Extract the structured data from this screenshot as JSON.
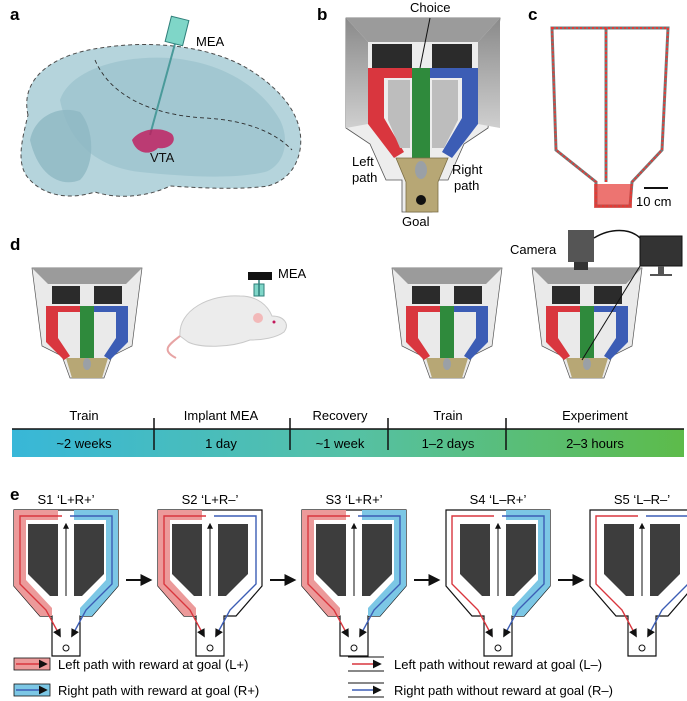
{
  "panels": {
    "a": {
      "letter": "a",
      "mea": "MEA",
      "vta": "VTA"
    },
    "b": {
      "letter": "b",
      "choice": "Choice",
      "left_path": [
        "Left",
        "path"
      ],
      "right_path": [
        "Right",
        "path"
      ],
      "goal": "Goal"
    },
    "c": {
      "letter": "c",
      "scale": "10 cm"
    },
    "d": {
      "letter": "d",
      "mea": "MEA",
      "camera": "Camera",
      "timeline": {
        "phases": [
          "Train",
          "Implant MEA",
          "Recovery",
          "Train",
          "Experiment"
        ],
        "durations": [
          "~2 weeks",
          "1 day",
          "~1 week",
          "1–2 days",
          "2–3 hours"
        ]
      }
    },
    "e": {
      "letter": "e",
      "sessions": [
        {
          "label": "S1 ‘L+R+’",
          "left_reward": true,
          "right_reward": true
        },
        {
          "label": "S2 ‘L+R–’",
          "left_reward": true,
          "right_reward": false
        },
        {
          "label": "S3 ‘L+R+’",
          "left_reward": true,
          "right_reward": true
        },
        {
          "label": "S4 ‘L–R+’",
          "left_reward": false,
          "right_reward": true
        },
        {
          "label": "S5 ‘L–R–’",
          "left_reward": false,
          "right_reward": false
        }
      ],
      "legend": {
        "left_reward": "Left path with reward at goal (L+)",
        "right_reward": "Right path with reward at goal (R+)",
        "left_noreward": "Left path without reward at goal (L–)",
        "right_noreward": "Right path without reward at goal (R–)"
      }
    }
  },
  "colors": {
    "red": "#d9363e",
    "blue": "#3c5db5",
    "green": "#2f8a3c",
    "pink": "#ec9a9a",
    "lightblue": "#7cc7e5",
    "brain": "#a9cdd6",
    "gold": "#b7a775"
  }
}
